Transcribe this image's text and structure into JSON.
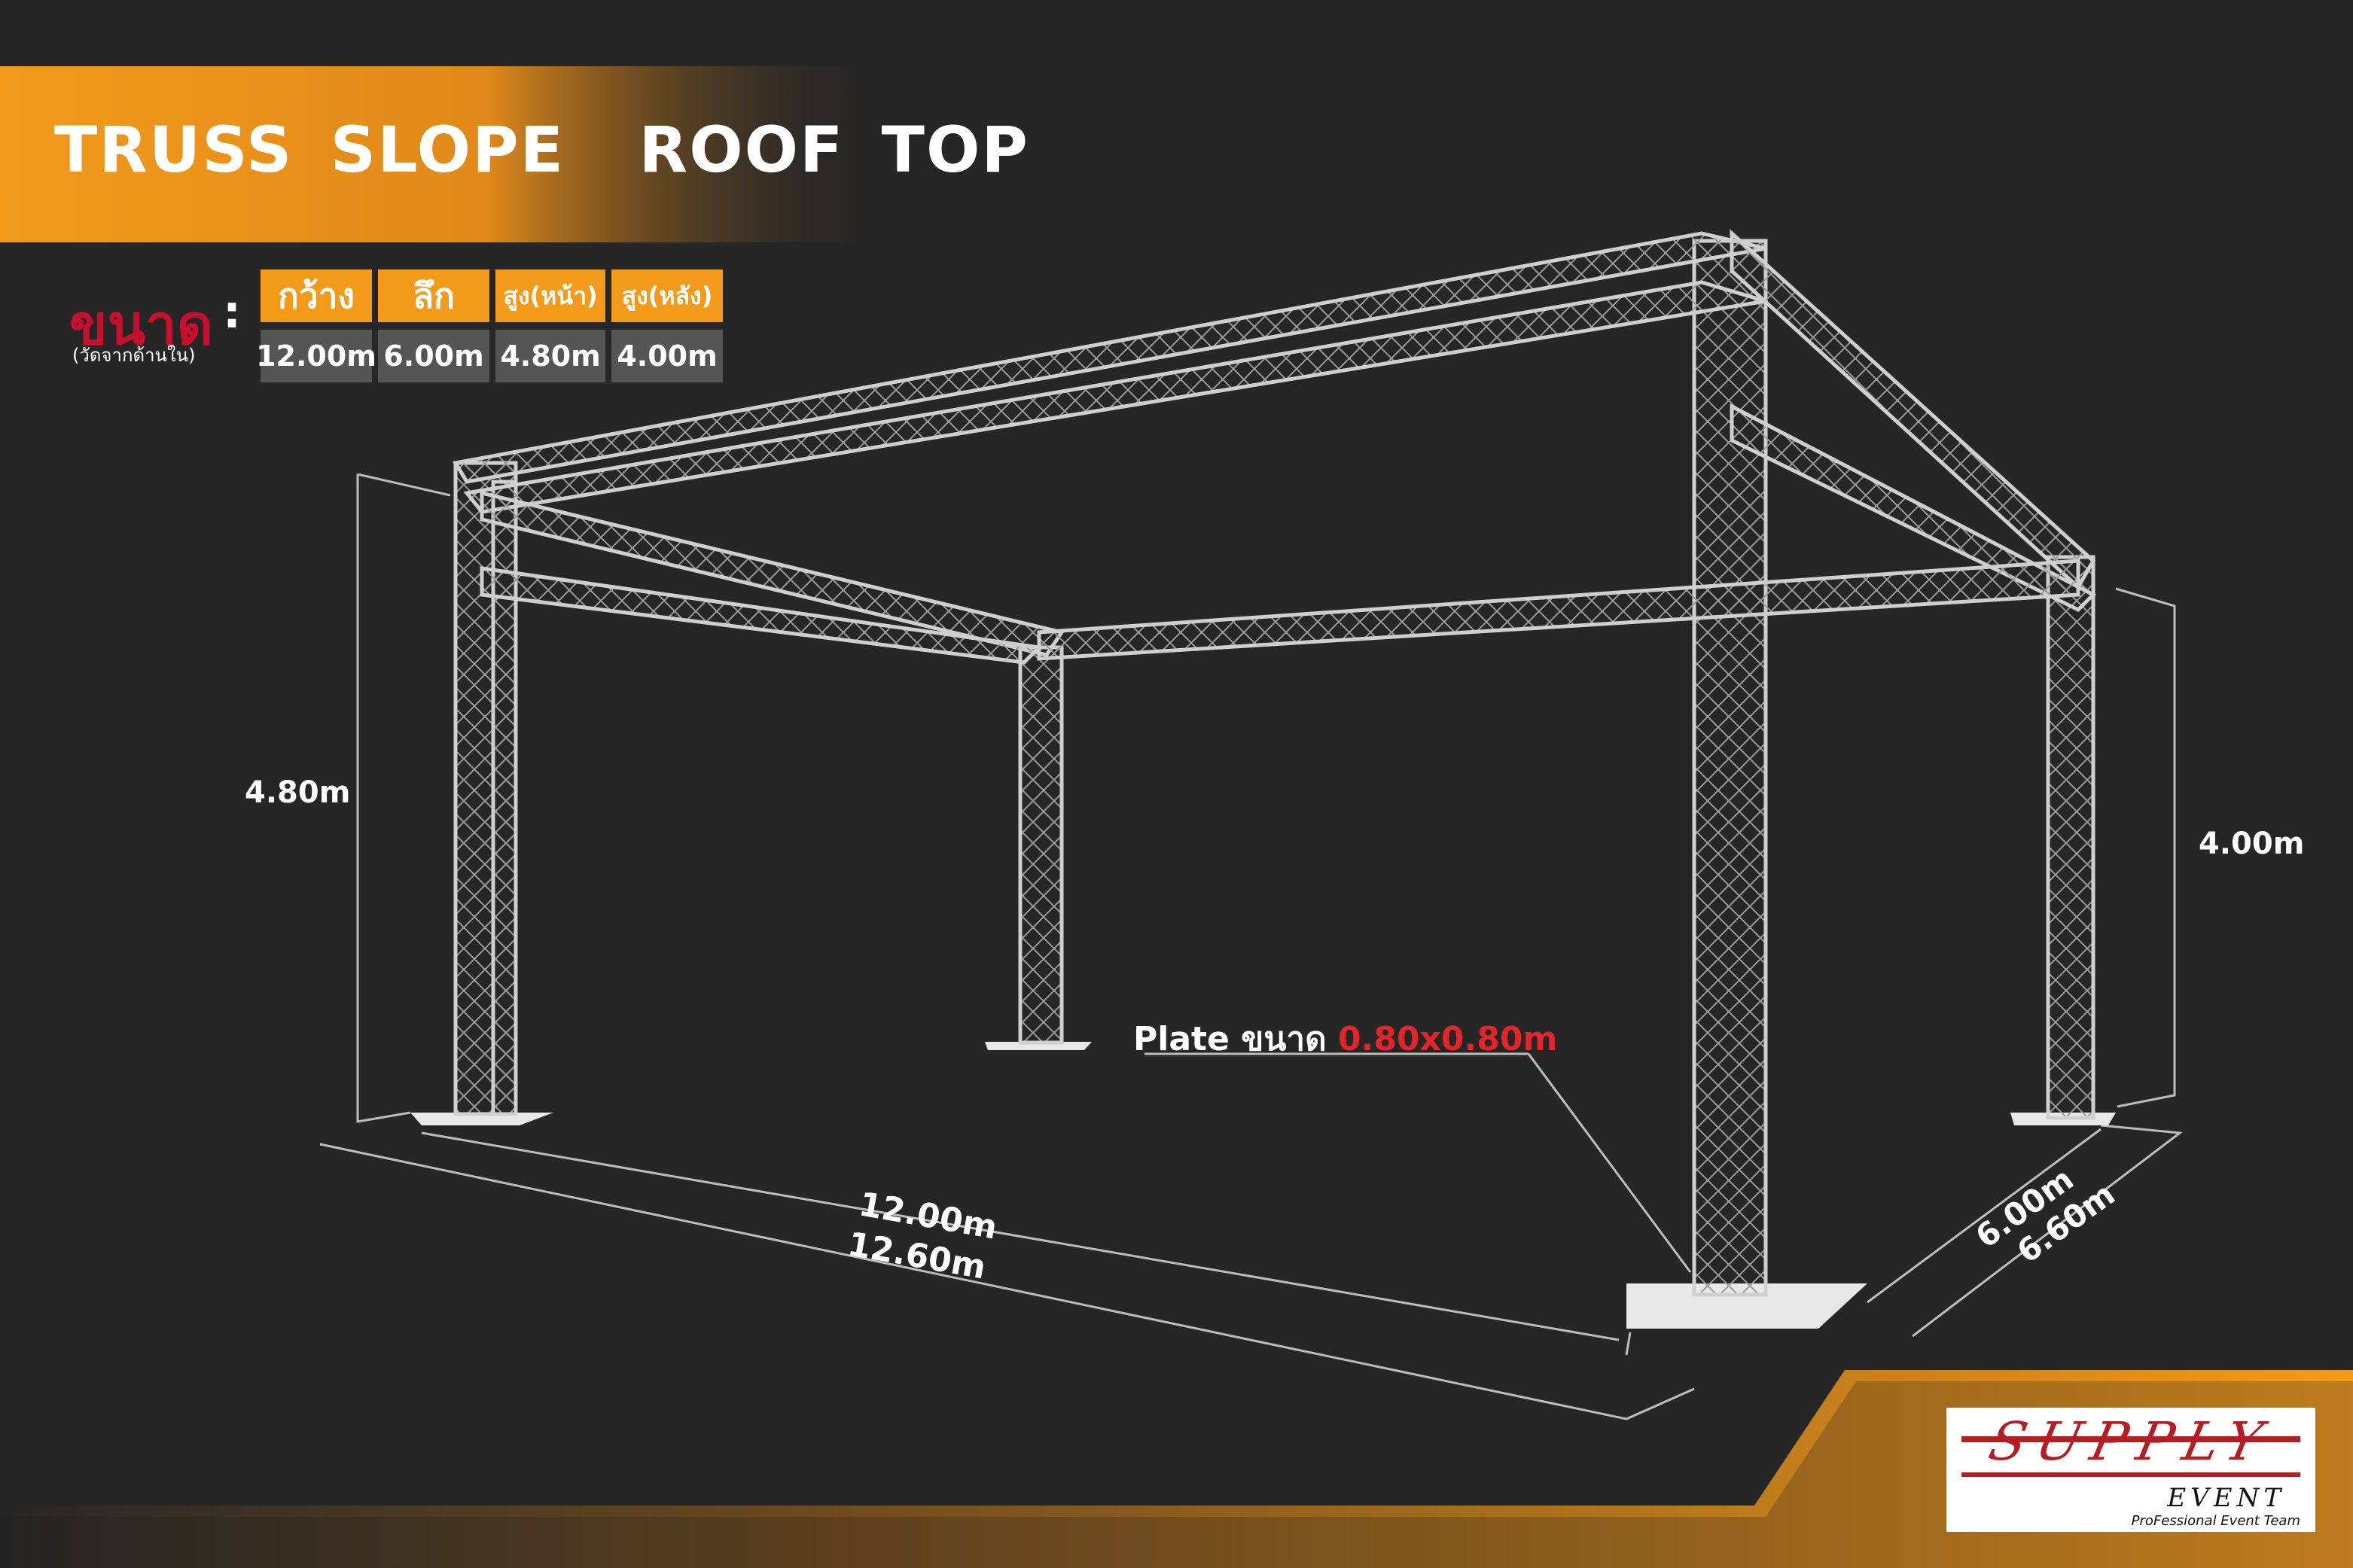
{
  "title": "TRUSS SLOPE  ROOF TOP",
  "size": {
    "label": "ขนาด",
    "sublabel": "(วัดจากด้านใน)",
    "separator": ":",
    "columns": [
      {
        "header": "กว้าง",
        "value": "12.00m"
      },
      {
        "header": "ลึก",
        "value": "6.00m"
      },
      {
        "header": "สูง(หน้า)",
        "value": "4.80m"
      },
      {
        "header": "สูง(หลัง)",
        "value": "4.00m"
      }
    ]
  },
  "dimensions": {
    "front_height": "4.80m",
    "back_height": "4.00m",
    "width_inner": "12.00m",
    "width_outer": "12.60m",
    "depth_inner": "6.00m",
    "depth_outer": "6.60m"
  },
  "plate": {
    "prefix": "Plate ขนาด ",
    "size": "0.80x0.80m"
  },
  "logo": {
    "word": "SUPPLY",
    "sub": "EVENT",
    "tagline": "ProFessional Event Team"
  },
  "colors": {
    "background": "#262626",
    "accent_orange": "#f39a1b",
    "value_cell": "#555555",
    "brand_red": "#c8102e",
    "plate_red": "#e3252b",
    "truss": "#c9c9c9"
  }
}
